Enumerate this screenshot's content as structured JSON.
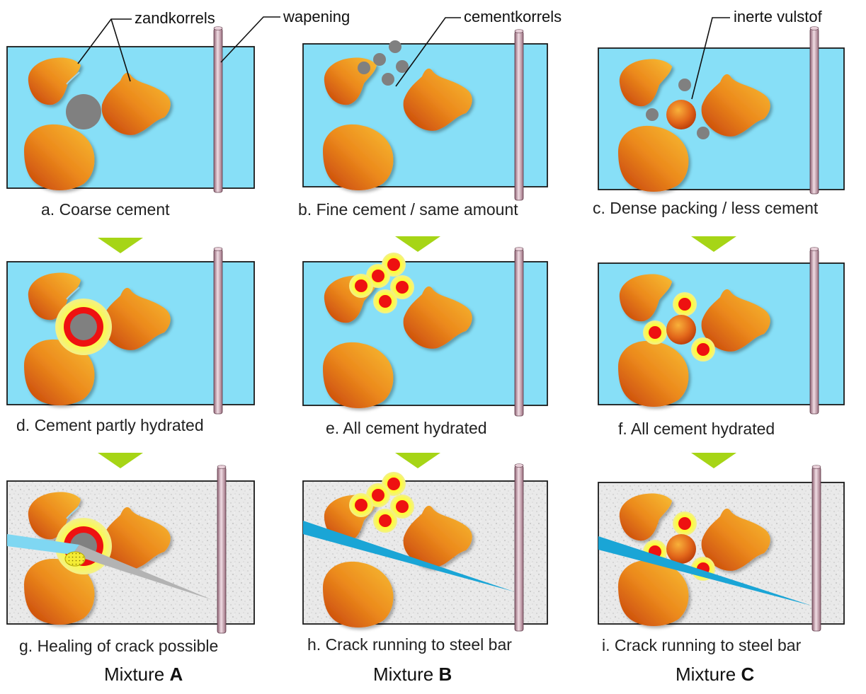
{
  "callouts": {
    "sand": "zandkorrels",
    "rebar": "wapening",
    "cement": "cementkorrels",
    "filler": "inerte vulstof"
  },
  "panels": [
    {
      "id": "a",
      "caption": "a. Coarse cement"
    },
    {
      "id": "b",
      "caption": "b. Fine cement / same amount"
    },
    {
      "id": "c",
      "caption": "c. Dense packing / less cement"
    },
    {
      "id": "d",
      "caption": "d. Cement partly hydrated"
    },
    {
      "id": "e",
      "caption": "e.  All cement hydrated"
    },
    {
      "id": "f",
      "caption": "f. All cement hydrated"
    },
    {
      "id": "g",
      "caption": "g. Healing of crack possible"
    },
    {
      "id": "h",
      "caption": "h. Crack running to steel bar"
    },
    {
      "id": "i",
      "caption": "i. Crack running to steel bar"
    }
  ],
  "mixtures": [
    {
      "prefix": "Mixture ",
      "letter": "A"
    },
    {
      "prefix": "Mixture ",
      "letter": "B"
    },
    {
      "prefix": "Mixture ",
      "letter": "C"
    }
  ],
  "colors": {
    "water": "#87dff7",
    "concrete": "#e7e7e7",
    "sand_light": "#f5b530",
    "sand_dark": "#c8440a",
    "cement": "#808080",
    "hydration_yellow": "#ffff3a",
    "hydration_red": "#ee1111",
    "arrow": "#a6d516",
    "crack_blue": "#1aa5d6"
  }
}
